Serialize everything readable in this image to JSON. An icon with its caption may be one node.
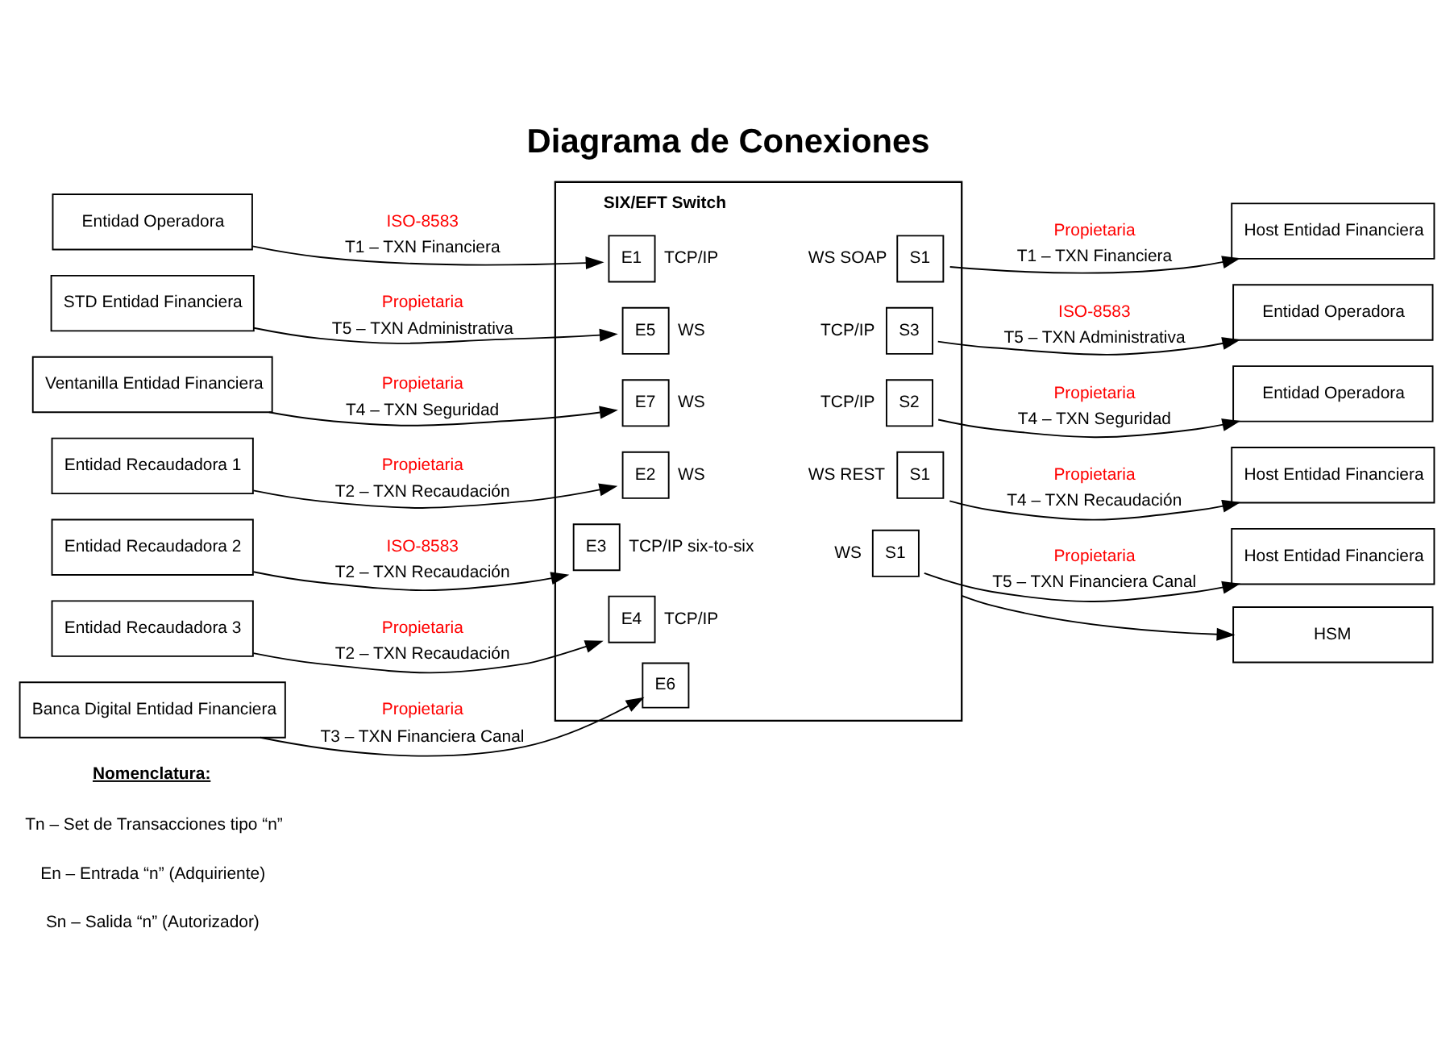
{
  "diagram": {
    "title": "Diagrama de Conexiones",
    "nodes": [
      {
        "text": [
          "Entidad Operadora"
        ]
      },
      {
        "text": [],
        "shape": "box"
      },
      {
        "text": [
          "E1"
        ],
        "in": 1,
        "beside": [
          "TCP/IP"
        ]
      },
      {
        "text": [
          "S1"
        ],
        "in": 1,
        "beside": [
          "WS SOAP"
        ]
      },
      {
        "text": [
          "Host Entidad Financiera"
        ]
      },
      {
        "text": [
          "STD Entidad Financiera"
        ]
      },
      {
        "text": [
          "E5"
        ],
        "in": 1,
        "beside": [
          "WS"
        ]
      },
      {
        "text": [
          "S3"
        ],
        "in": 1,
        "beside": [
          "TCP/IP"
        ]
      },
      {
        "text": [
          "Entidad Operadora"
        ]
      },
      {
        "text": [
          "Ventanilla Entidad Financiera"
        ]
      },
      {
        "text": [
          "E7"
        ],
        "in": 1,
        "beside": [
          "WS"
        ]
      },
      {
        "text": [
          "S2"
        ],
        "in": 1,
        "beside": [
          "TCP/IP"
        ]
      },
      {
        "text": [
          "Entidad Operadora"
        ]
      },
      {
        "text": [
          "Entidad Recaudadora 1"
        ]
      },
      {
        "text": [
          "E2"
        ],
        "in": 1,
        "beside": [
          "WS"
        ]
      },
      {
        "text": [
          "Entidad Recaudadora 2"
        ]
      },
      {
        "text": [
          "E3"
        ],
        "in": 1,
        "beside": [
          "TCP/IP six-to-six"
        ]
      },
      {
        "text": [
          "S1"
        ],
        "in": 1,
        "beside": [
          "WS REST"
        ]
      },
      {
        "text": [
          "Host Entidad Financiera"
        ]
      },
      {
        "text": [
          "Entidad Recaudadora 3"
        ]
      },
      {
        "text": [
          "E4"
        ],
        "in": 1,
        "beside": [
          "TCP/IP"
        ]
      },
      {
        "text": [
          "Banca Digital Entidad Financiera"
        ]
      },
      {
        "text": [
          "E6"
        ],
        "in": 1
      },
      {
        "text": [
          "S1"
        ],
        "in": 1,
        "beside": [
          "WS"
        ]
      },
      {
        "text": [
          "Host Entidad Financiera"
        ]
      },
      {
        "text": [
          "HSM"
        ]
      }
    ],
    "edges": [
      {
        "from": 0,
        "to": 2,
        "arrow": "to",
        "label": "T1 – TXN Financiera"
      },
      {
        "from": 3,
        "to": 4,
        "arrow": "to",
        "label": "T1 – TXN Financiera"
      },
      {
        "from": 5,
        "to": 6,
        "arrow": "to",
        "label": "T5 – TXN Administrativa"
      },
      {
        "from": 7,
        "to": 8,
        "arrow": "to",
        "label": "T5 – TXN Administrativa"
      },
      {
        "from": 9,
        "to": 10,
        "arrow": "to",
        "label": "T4 – TXN Seguridad"
      },
      {
        "from": 11,
        "to": 12,
        "arrow": "to",
        "label": "T4 – TXN Seguridad"
      },
      {
        "from": 13,
        "to": 14,
        "arrow": "to",
        "label": "T2 – TXN Recaudación"
      },
      {
        "from": 15,
        "to": 16,
        "arrow": "to",
        "label": "T2 – TXN Recaudación"
      },
      {
        "from": 17,
        "to": 18,
        "arrow": "to",
        "label": "T4 – TXN Recaudación"
      },
      {
        "from": 19,
        "to": 20,
        "arrow": "to",
        "label": "T2 – TXN Recaudación"
      },
      {
        "from": 21,
        "to": 22,
        "arrow": "to",
        "label": "T3 – TXN Financiera Canal"
      },
      {
        "from": 23,
        "to": 24,
        "arrow": "to",
        "label": "T5 – TXN Financiera Canal"
      },
      {
        "from": 1,
        "to": 25,
        "arrow": "to"
      }
    ],
    "labels": [
      "SIX/EFT Switch",
      "ISO-8583",
      "Propietaria",
      "Propietaria",
      "ISO-8583",
      "Propietaria",
      "Propietaria",
      "Propietaria",
      "ISO-8583",
      "Propietaria",
      "Propietaria",
      "Propietaria",
      "Propietaria",
      "Nomenclatura:",
      "Tn – Set de Transacciones tipo “n”",
      "En – Entrada “n” (Adquiriente)",
      "Sn – Salida “n” (Autorizador)"
    ]
  }
}
